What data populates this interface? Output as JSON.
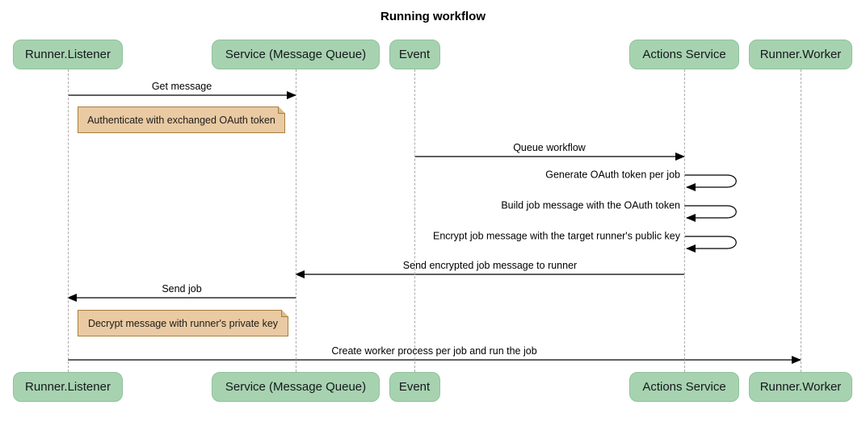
{
  "title": "Running workflow",
  "colors": {
    "actor_fill": "#A7D2B0",
    "actor_border": "#8FC29C",
    "note_fill": "#EACAA2",
    "note_border": "#A7813F",
    "lifeline": "#ABABAB",
    "message_line": "#000000",
    "text": "#000000"
  },
  "actors": [
    {
      "id": "runner-listener",
      "label": "Runner.Listener"
    },
    {
      "id": "service-mq",
      "label": "Service (Message Queue)"
    },
    {
      "id": "event",
      "label": "Event"
    },
    {
      "id": "actions-service",
      "label": "Actions Service"
    },
    {
      "id": "runner-worker",
      "label": "Runner.Worker"
    }
  ],
  "messages": [
    {
      "type": "arrow",
      "text": "Get message",
      "from": "runner-listener",
      "to": "service-mq"
    },
    {
      "type": "note",
      "text": "Authenticate with exchanged OAuth token",
      "over": "runner-listener"
    },
    {
      "type": "arrow",
      "text": "Queue workflow",
      "from": "event",
      "to": "actions-service"
    },
    {
      "type": "self",
      "text": "Generate OAuth token per job",
      "actor": "actions-service"
    },
    {
      "type": "self",
      "text": "Build job message with the OAuth token",
      "actor": "actions-service"
    },
    {
      "type": "self",
      "text": "Encrypt job message with the target runner's public key",
      "actor": "actions-service"
    },
    {
      "type": "arrow",
      "text": "Send encrypted job message to runner",
      "from": "actions-service",
      "to": "service-mq"
    },
    {
      "type": "arrow",
      "text": "Send job",
      "from": "service-mq",
      "to": "runner-listener"
    },
    {
      "type": "note",
      "text": "Decrypt message with runner's private key",
      "over": "runner-listener"
    },
    {
      "type": "arrow",
      "text": "Create worker process per job and run the job",
      "from": "runner-listener",
      "to": "runner-worker"
    }
  ]
}
